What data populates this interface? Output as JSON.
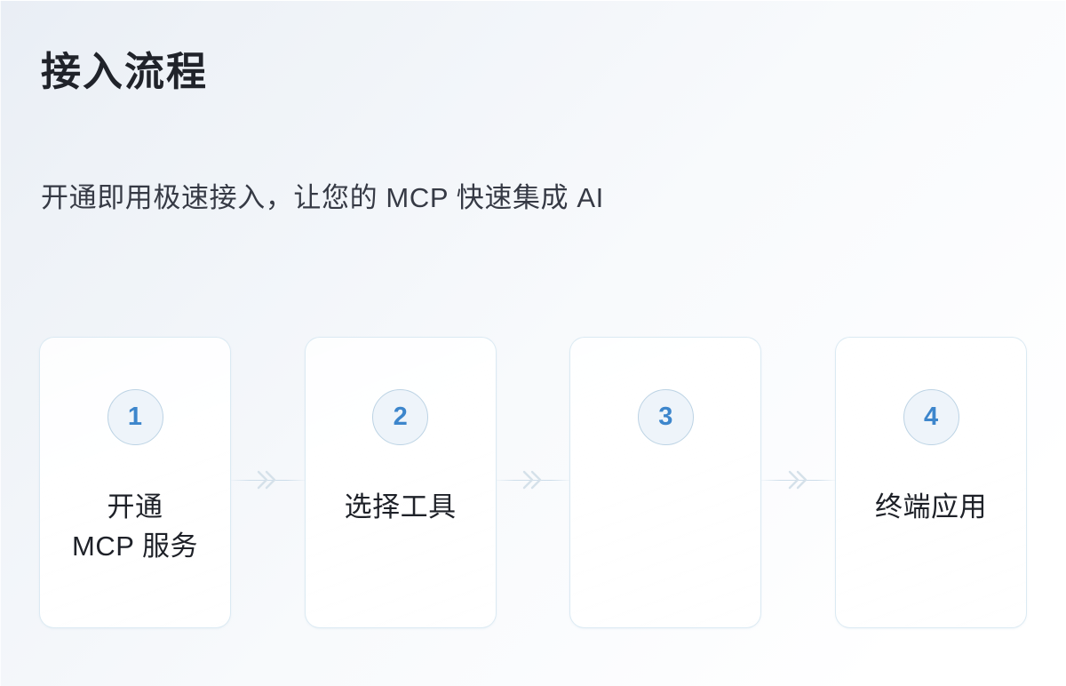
{
  "header": {
    "title": "接入流程",
    "subtitle": "开通即用极速接入，让您的 MCP 快速集成 AI"
  },
  "colors": {
    "background_start": "#e9eef5",
    "background_end": "#ffffff",
    "title_text": "#20232a",
    "subtitle_text": "#363a45",
    "card_background": "#ffffff",
    "card_border": "#cde2ee",
    "badge_background": "#eef4fa",
    "badge_border": "#bcd3e4",
    "badge_number": "#3d86cc",
    "card_label_text": "#1e2128",
    "connector_line": "#c7d9e7",
    "connector_chevron": "#d3e0ea"
  },
  "flow": {
    "steps": [
      {
        "number": "1",
        "label": "开通\nMCP 服务",
        "faded": false
      },
      {
        "number": "2",
        "label": "选择工具",
        "faded": false
      },
      {
        "number": "3",
        "label": "",
        "faded": true
      },
      {
        "number": "4",
        "label": "终端应用",
        "faded": false
      }
    ],
    "connectors": [
      {
        "icon": "double-chevron-right-icon"
      },
      {
        "icon": "double-chevron-right-icon"
      },
      {
        "icon": "double-chevron-right-icon"
      }
    ]
  }
}
